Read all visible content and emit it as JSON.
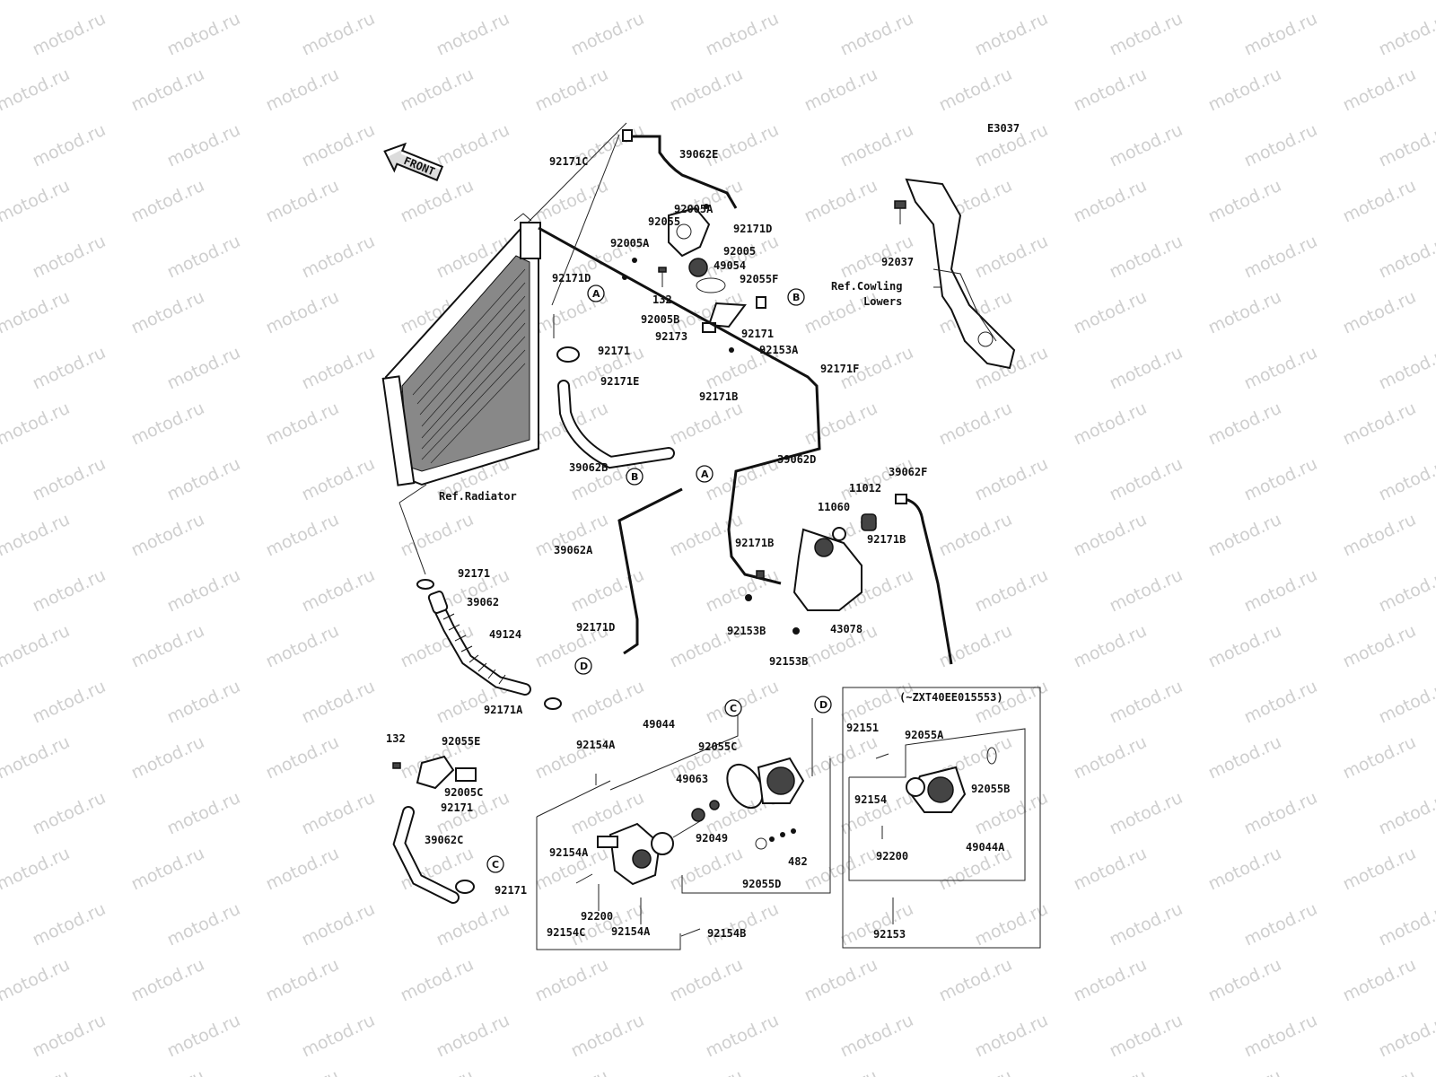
{
  "figure_code": "E3037",
  "watermark_text": "motod.ru",
  "front_arrow_label": "FRONT",
  "references": {
    "cowling": [
      "Ref.Cowling",
      "Lowers"
    ],
    "radiator": "Ref.Radiator"
  },
  "inset_label": "(~ZXT40EE015553)",
  "callouts": [
    "A",
    "B",
    "C",
    "D"
  ],
  "parts": {
    "p_92171C": "92171C",
    "p_39062E": "39062E",
    "p_92005A_1": "92005A",
    "p_92055": "92055",
    "p_92171D_1": "92171D",
    "p_92005A_2": "92005A",
    "p_92005": "92005",
    "p_49054": "49054",
    "p_92171D_2": "92171D",
    "p_92055F": "92055F",
    "p_132_1": "132",
    "p_92005B": "92005B",
    "p_92171_1": "92171",
    "p_92173": "92173",
    "p_92153A": "92153A",
    "p_92171_2": "92171",
    "p_92171E": "92171E",
    "p_92171B_1": "92171B",
    "p_92171F": "92171F",
    "p_39062B": "39062B",
    "p_39062D": "39062D",
    "p_92037": "92037",
    "p_39062F": "39062F",
    "p_11012": "11012",
    "p_11060": "11060",
    "p_92171B_2": "92171B",
    "p_39062A": "39062A",
    "p_92171B_3": "92171B",
    "p_92171_3": "92171",
    "p_39062": "39062",
    "p_49124": "49124",
    "p_92153B_1": "92153B",
    "p_43078": "43078",
    "p_92153B_2": "92153B",
    "p_92171D_3": "92171D",
    "p_92171A": "92171A",
    "p_49044": "49044",
    "p_132_2": "132",
    "p_92055E": "92055E",
    "p_92154A_1": "92154A",
    "p_92055C": "92055C",
    "p_92005C": "92005C",
    "p_49063": "49063",
    "p_92171_4": "92171",
    "p_92049": "92049",
    "p_39062C": "39062C",
    "p_92154A_2": "92154A",
    "p_482": "482",
    "p_92171_5": "92171",
    "p_92055D": "92055D",
    "p_92200_1": "92200",
    "p_92154C": "92154C",
    "p_92154A_3": "92154A",
    "p_92154B": "92154B",
    "p_92151": "92151",
    "p_92055A": "92055A",
    "p_92154": "92154",
    "p_92055B": "92055B",
    "p_92200_2": "92200",
    "p_49044A": "49044A",
    "p_92153": "92153"
  }
}
